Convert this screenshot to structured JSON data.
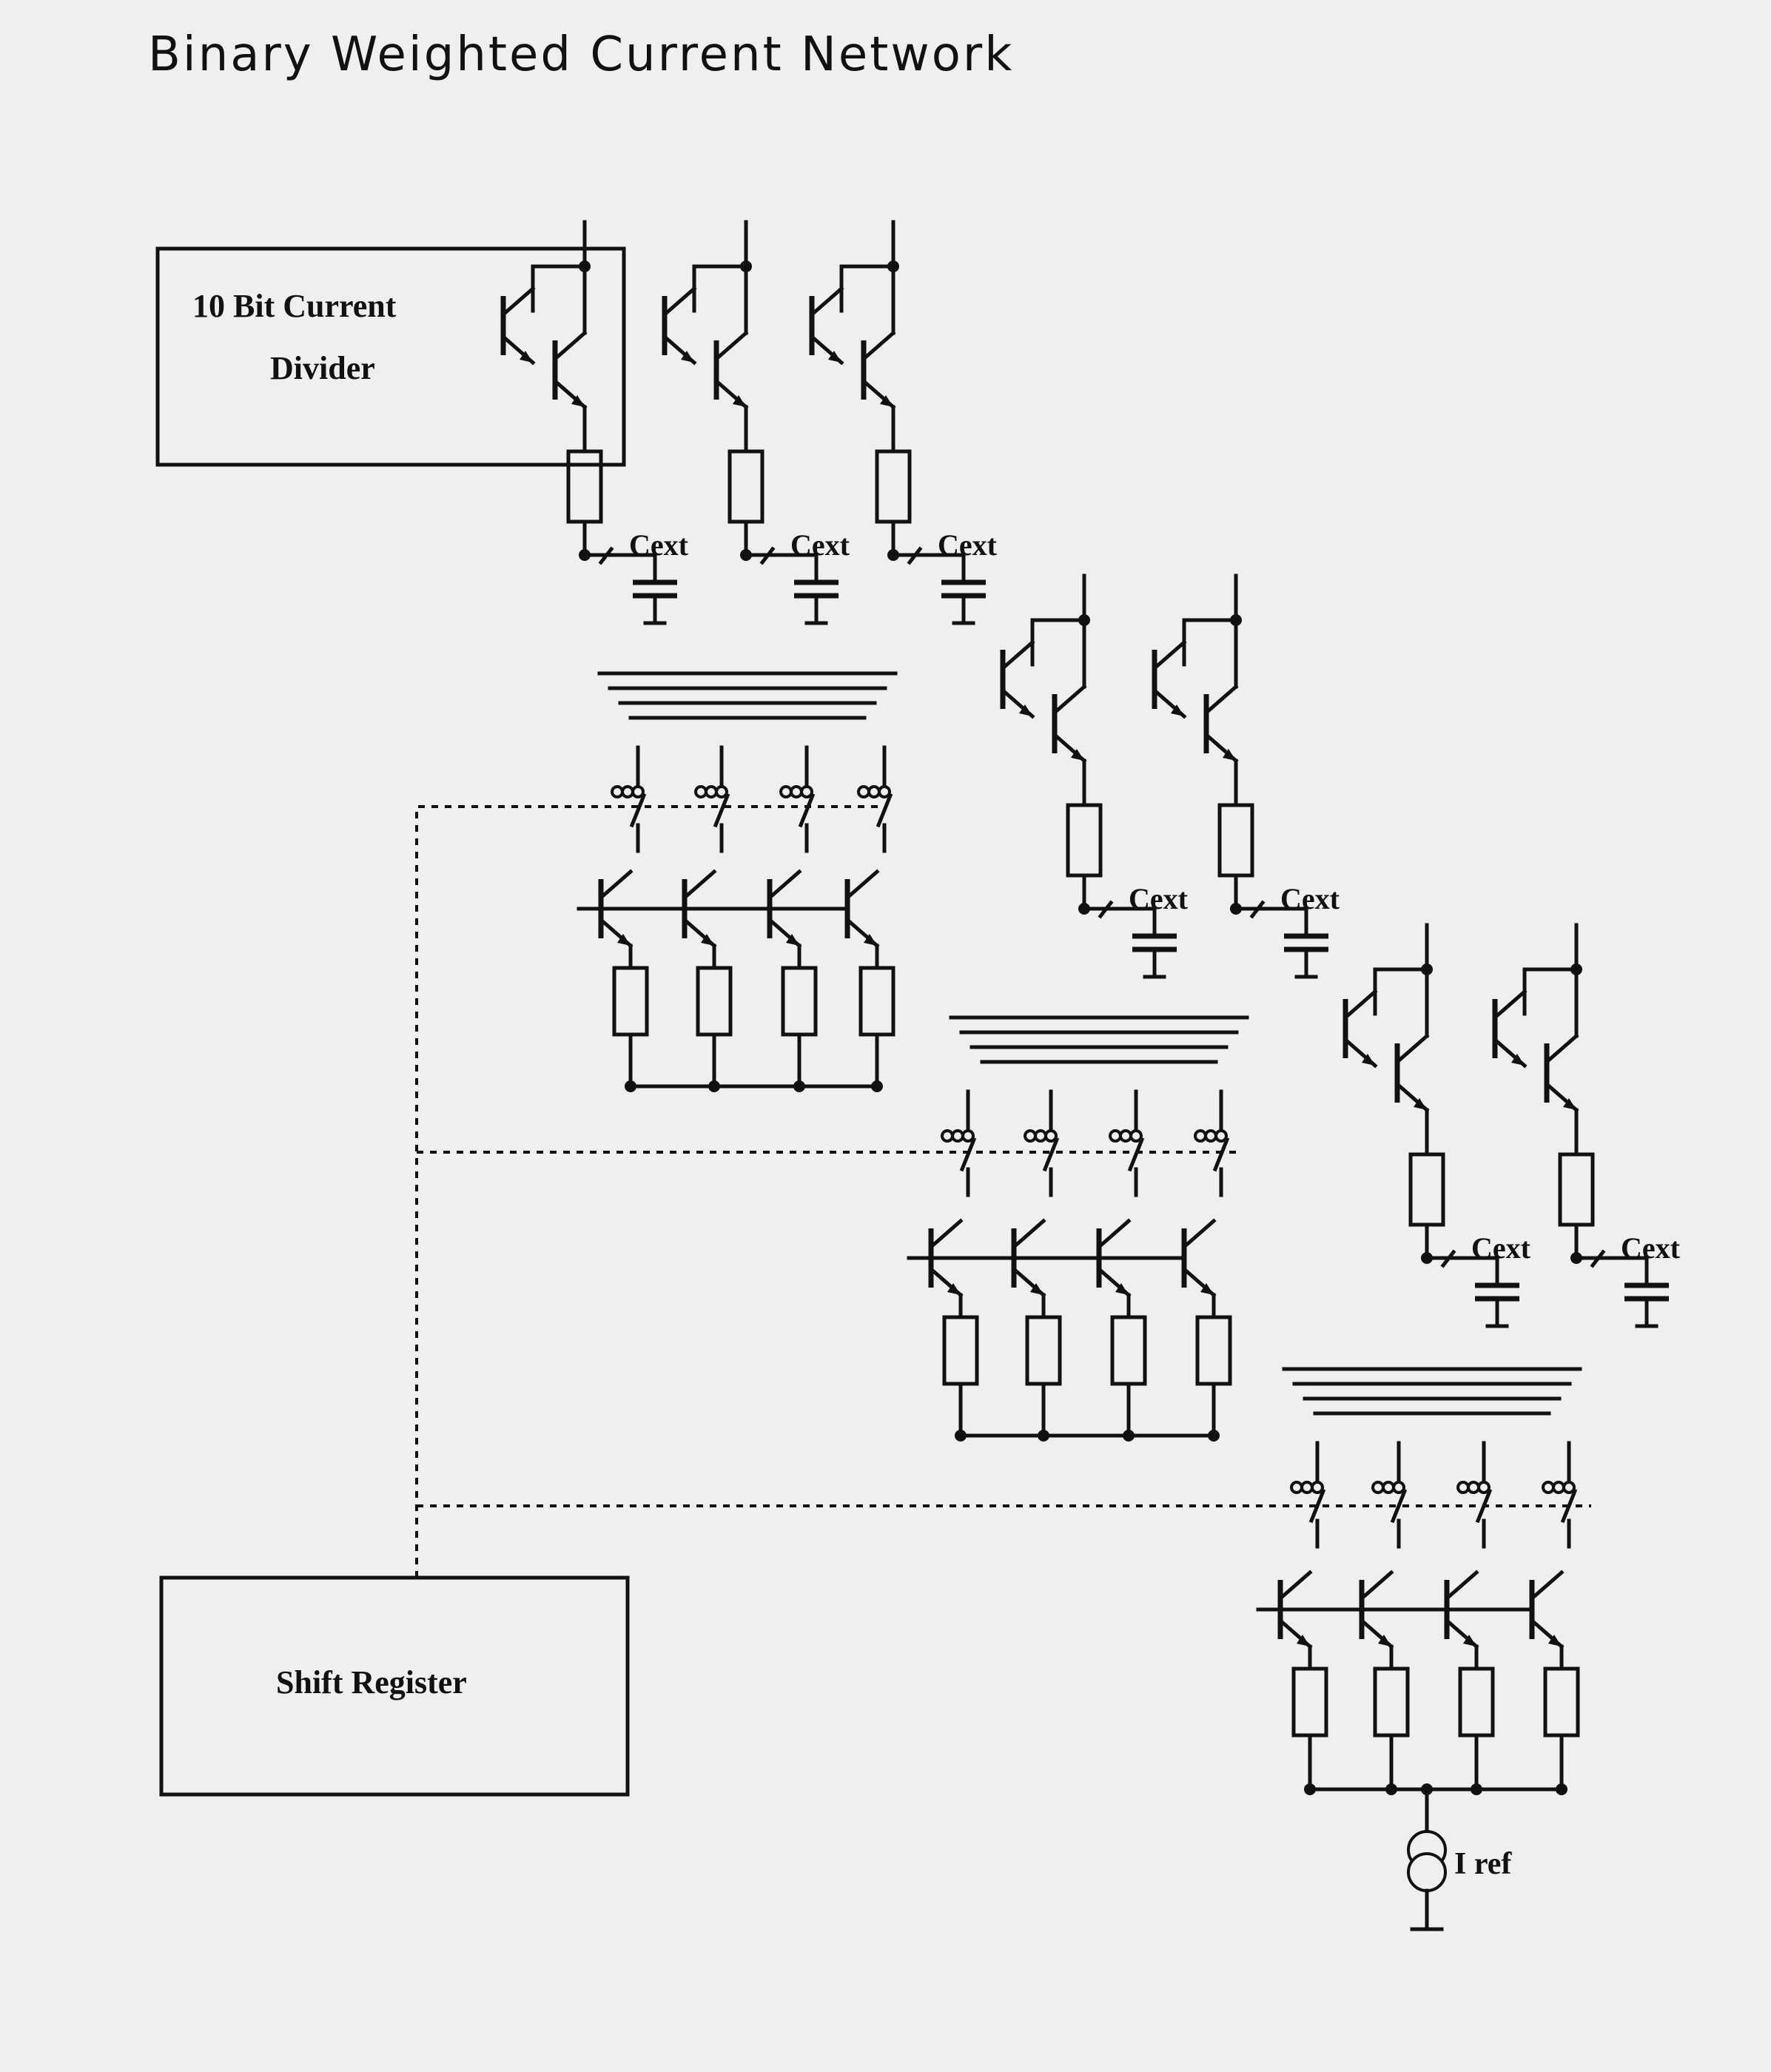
{
  "title": "Binary Weighted Current Network",
  "labels": {
    "divider_line1": "10 Bit Current",
    "divider_line2": "Divider",
    "shift_register": "Shift Register",
    "cext": "Cext",
    "iref": "I ref"
  },
  "colors": {
    "ink": "#111111",
    "paper": "#efefed"
  }
}
